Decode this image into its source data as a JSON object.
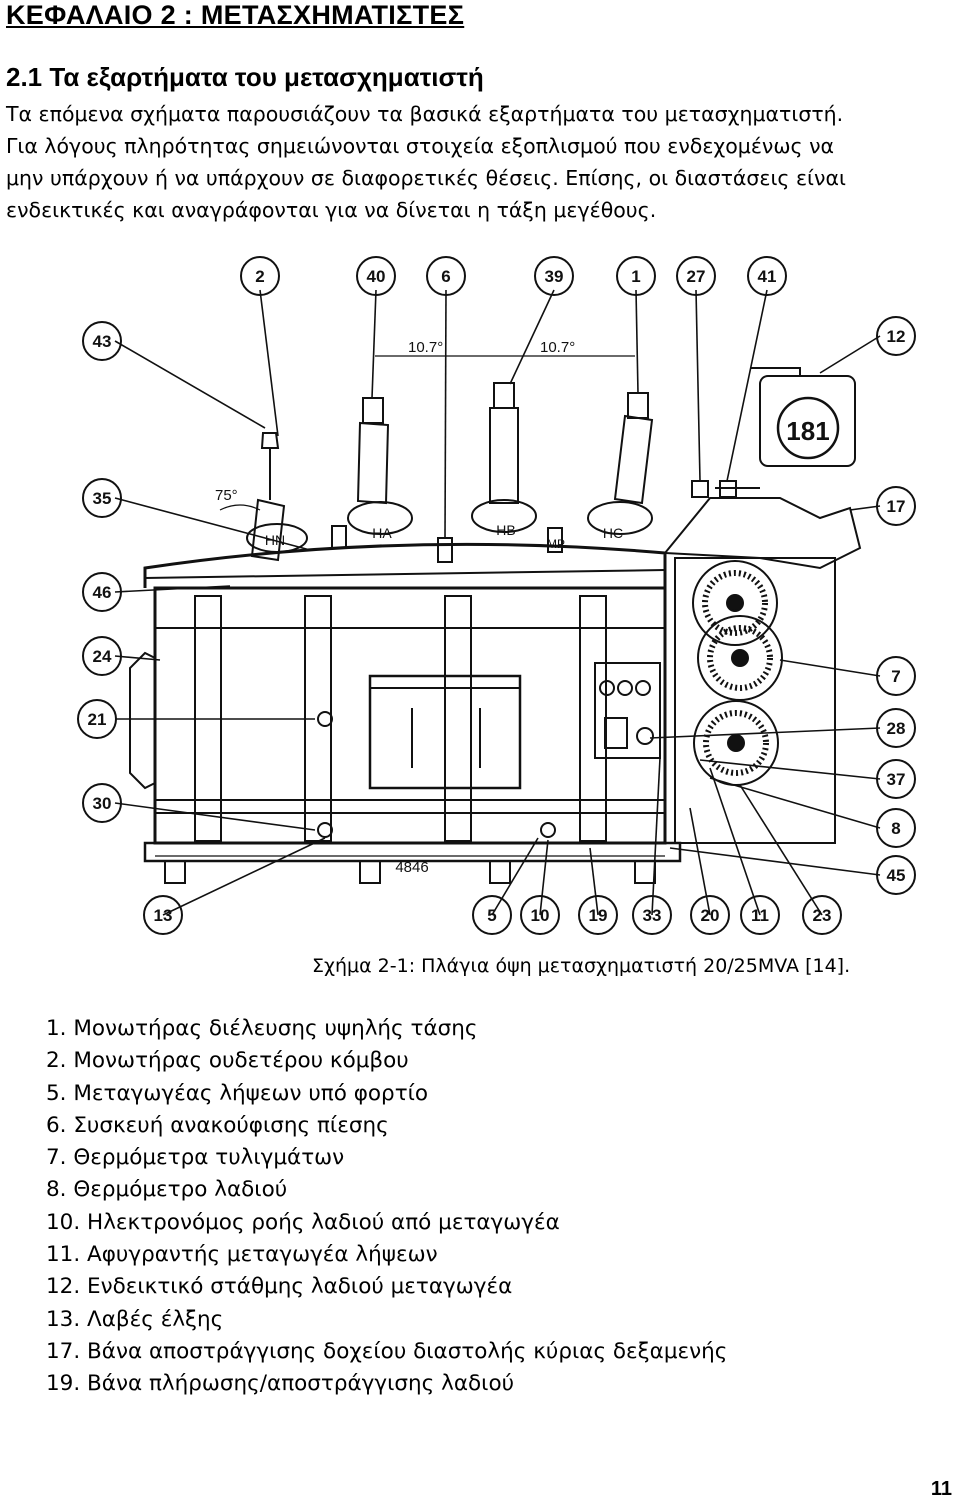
{
  "chapter_title": "ΚΕΦΑΛΑΙΟ 2 : ΜΕΤΑΣΧΗΜΑΤΙΣΤΕΣ",
  "section_title": "2.1 Τα εξαρτήματα του μετασχηματιστή",
  "intro_lines": [
    "Τα επόμενα σχήματα παρουσιάζουν τα βασικά εξαρτήματα του μετασχηματιστή.",
    "Για λόγους πληρότητας σημειώνονται στοιχεία εξοπλισμού που ενδεχομένως να",
    "μην υπάρχουν ή να υπάρχουν σε διαφορετικές θέσεις. Επίσης, οι διαστάσεις είναι",
    "ενδεικτικές και αναγράφονται για να δίνεται η τάξη μεγέθους."
  ],
  "figure": {
    "top_callouts": [
      "2",
      "40",
      "6",
      "39",
      "1",
      "27",
      "41"
    ],
    "left_callouts": [
      "43",
      "35",
      "46",
      "24",
      "21",
      "30"
    ],
    "right_callouts": [
      "12",
      "17",
      "7",
      "28",
      "37",
      "8",
      "45"
    ],
    "bottom_callouts": [
      "13",
      "5",
      "10",
      "19",
      "33",
      "20",
      "11",
      "23"
    ],
    "dimension_left": "10.7°",
    "dimension_right": "10.7°",
    "angle_label": "75°",
    "length_label": "4846",
    "bushing_labels": [
      "HN",
      "HA",
      "HB",
      "HC"
    ],
    "thermometer_label": "181"
  },
  "caption": "Σχήμα 2-1: Πλάγια όψη μετασχηματιστή 20/25MVA [14].",
  "legend": [
    "1. Μονωτήρας διέλευσης υψηλής τάσης",
    "2. Μονωτήρας ουδετέρου κόμβου",
    "5. Μεταγωγέας λήψεων υπό φορτίο",
    "6. Συσκευή ανακούφισης πίεσης",
    "7. Θερμόμετρα τυλιγμάτων",
    "8. Θερμόμετρο λαδιού",
    "10. Ηλεκτρονόμος ροής λαδιού από μεταγωγέα",
    "11. Αφυγραντής μεταγωγέα λήψεων",
    "12. Ενδεικτικό στάθμης λαδιού μεταγωγέα",
    "13. Λαβές έλξης",
    "17. Βάνα αποστράγγισης δοχείου διαστολής κύριας δεξαμενής",
    "19. Βάνα πλήρωσης/αποστράγγισης λαδιού"
  ],
  "page_number": "11"
}
